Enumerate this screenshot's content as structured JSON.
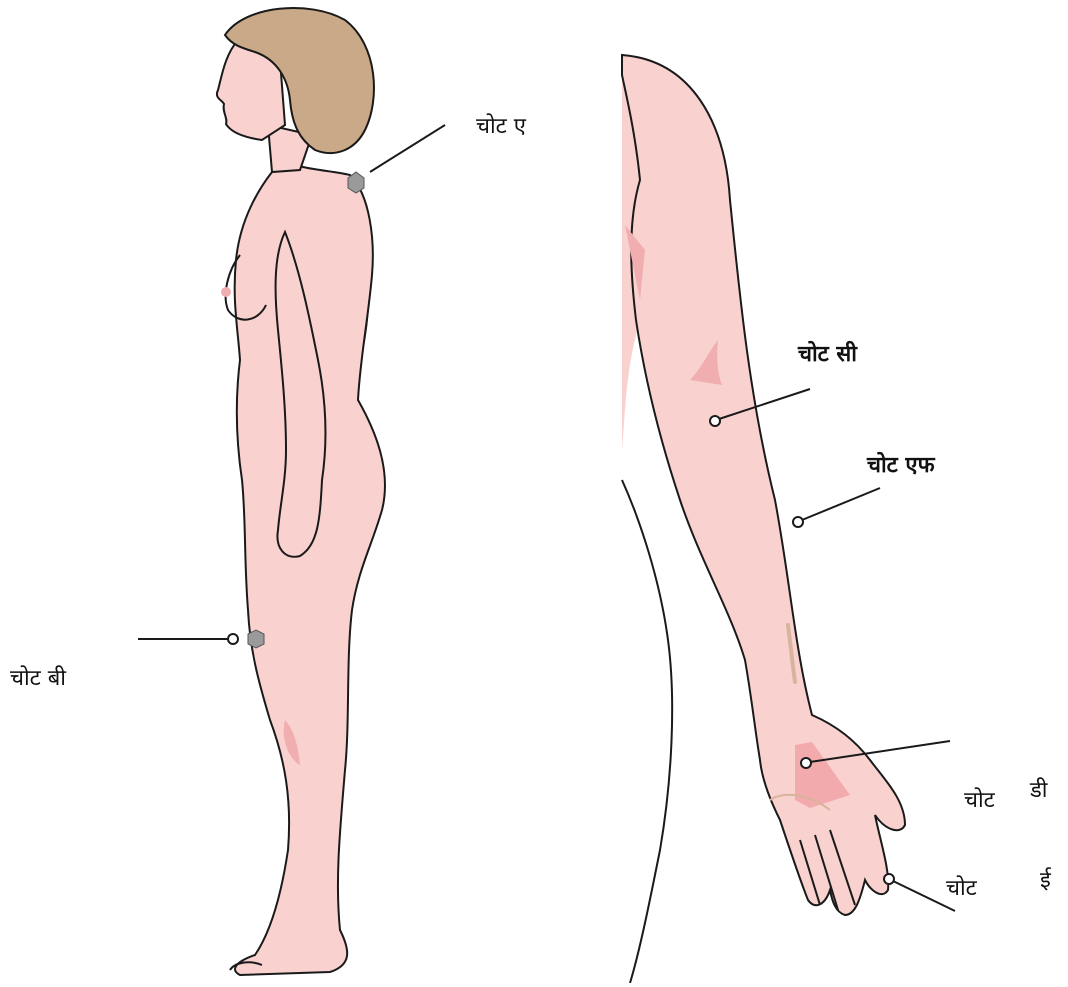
{
  "labels": {
    "injury_a": "चोट ए",
    "injury_b": "चोट बी",
    "injury_c": "चोट सी",
    "injury_d_word": "चोट",
    "injury_d_letter": "डी",
    "injury_e_word": "चोट",
    "injury_e_letter": "ई",
    "injury_f": "चोट एफ"
  },
  "colors": {
    "skin": "#f9d2cf",
    "skin_shadow": "#f0aeb0",
    "hair": "#c9a987",
    "outline": "#1a1a1a",
    "marker": "#9a9a9a",
    "bruise": "#f2a3a6",
    "scratch": "#d7b49d"
  }
}
